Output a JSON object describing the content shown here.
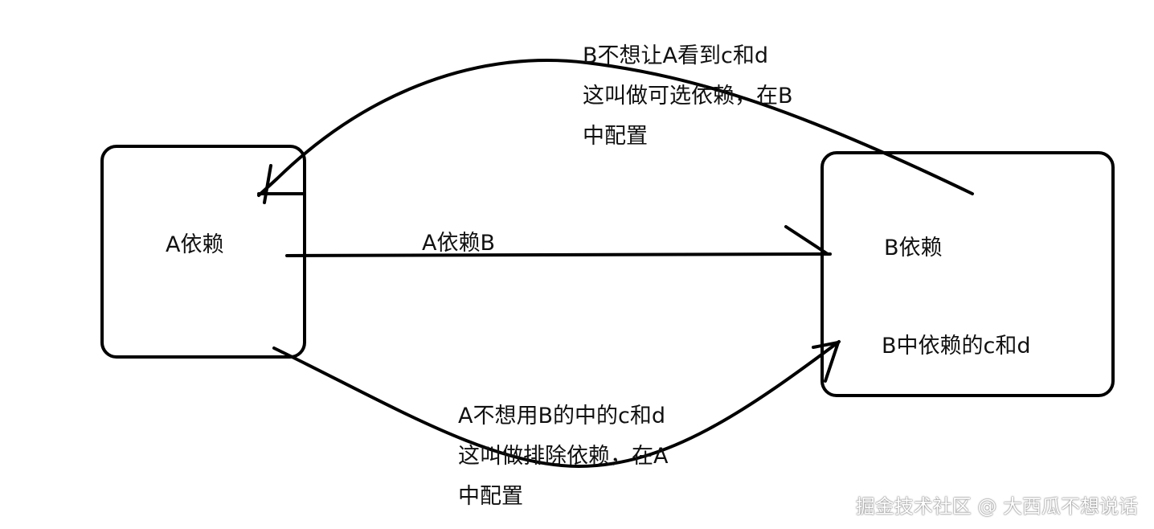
{
  "boxes": {
    "a": {
      "label": "A依赖"
    },
    "b": {
      "label": "B依赖",
      "sub_label": "B中依赖的c和d"
    }
  },
  "arrows": {
    "direct": {
      "label": "A依赖B"
    },
    "optional": {
      "lines": [
        "B不想让A看到c和d",
        "这叫做可选依赖，在B",
        "中配置"
      ]
    },
    "exclusion": {
      "lines": [
        "A不想用B的中的c和d",
        "这叫做排除依赖，在A",
        "中配置"
      ]
    }
  },
  "watermark": {
    "text": "掘金技术社区 @ 大西瓜不想说话"
  }
}
